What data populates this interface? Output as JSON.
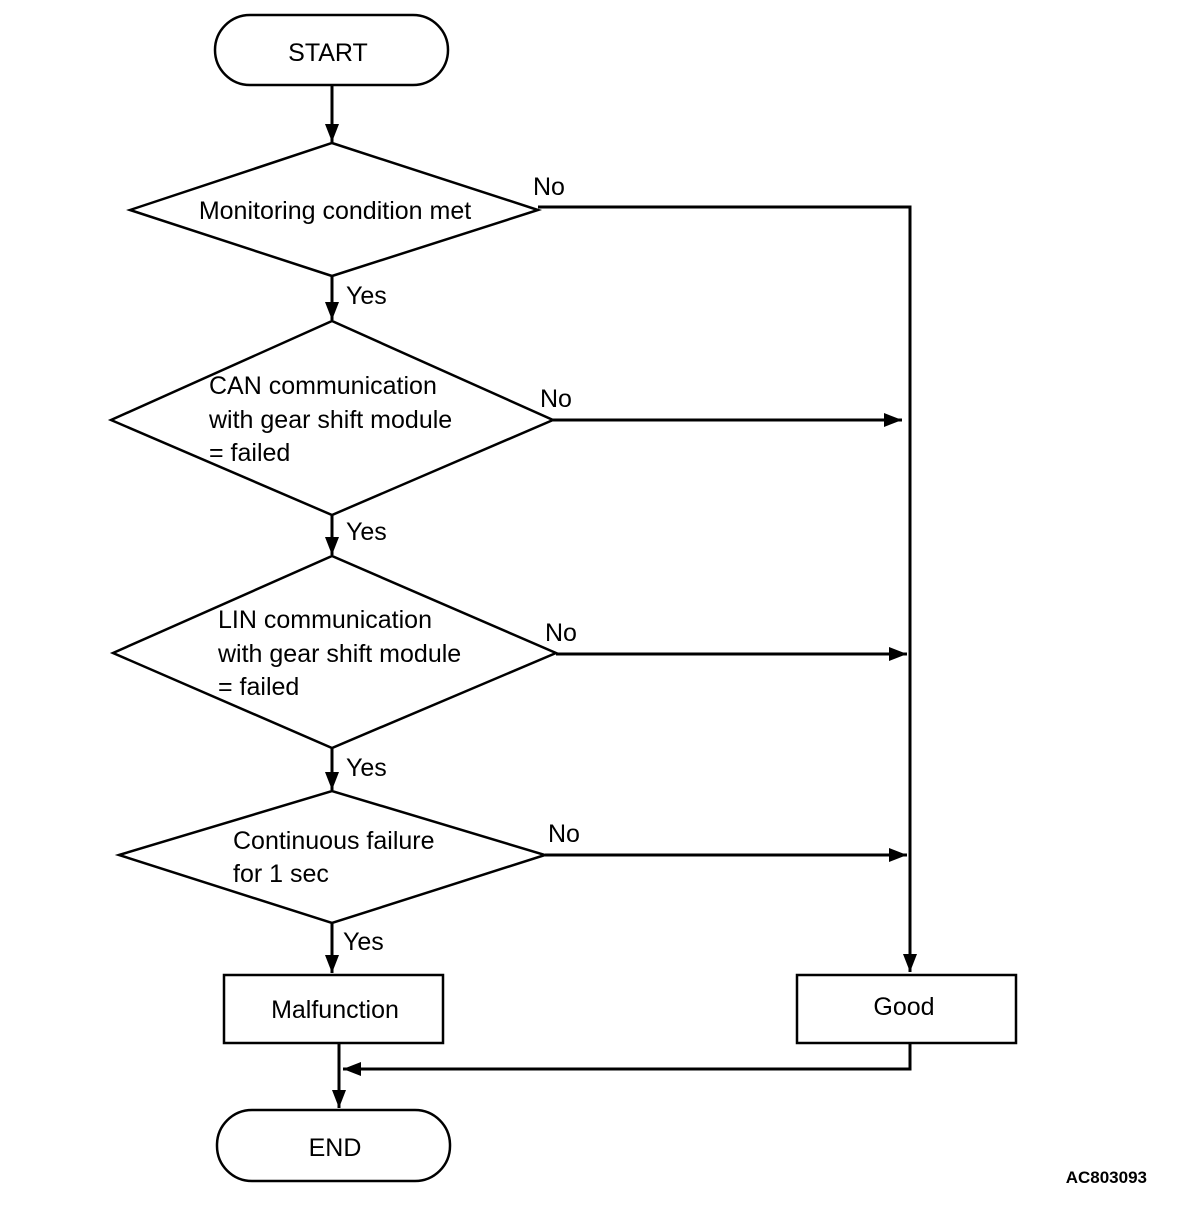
{
  "flowchart": {
    "start_label": "START",
    "end_label": "END",
    "decisions": [
      {
        "lines": [
          "Monitoring condition met"
        ]
      },
      {
        "lines": [
          "CAN communication",
          "with gear shift module",
          "= failed"
        ]
      },
      {
        "lines": [
          "LIN communication",
          "with gear shift module",
          "= failed"
        ]
      },
      {
        "lines": [
          "Continuous failure",
          "for 1 sec"
        ]
      }
    ],
    "yes_label": "Yes",
    "no_label": "No",
    "malfunction_label": "Malfunction",
    "good_label": "Good"
  },
  "figure_ref": "AC803093",
  "colors": {
    "stroke": "#000000",
    "background": "#ffffff"
  }
}
